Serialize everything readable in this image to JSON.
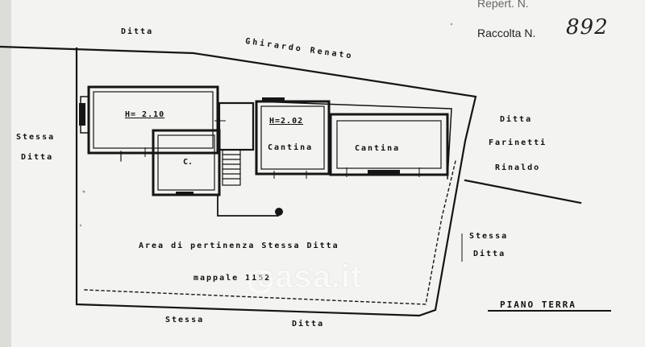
{
  "header": {
    "top_fragment": "Repert. N.",
    "raccolta_label": "Raccolta N.",
    "raccolta_number": "892"
  },
  "labels": {
    "ditta_top": "Ditta",
    "ghirardo": "Ghirardo Renato",
    "stessa_ditta_left": [
      "Stessa",
      "Ditta"
    ],
    "ditta_farinetti": [
      "Ditta",
      "Farinetti",
      "Rinaldo"
    ],
    "stessa_ditta_right": [
      "Stessa",
      "Ditta"
    ],
    "stessa_ditta_bottom": [
      "Stessa",
      "Ditta"
    ],
    "room_h1": "H= 2.10",
    "room_c": "C.",
    "room_h2": "H=2.02",
    "cantina1": "Cantina",
    "cantina2": "Cantina",
    "area": "Area di pertinenza Stessa Ditta",
    "mappale": "mappale 1152",
    "piano": "PIANO TERRA"
  },
  "watermark": "casa.it"
}
